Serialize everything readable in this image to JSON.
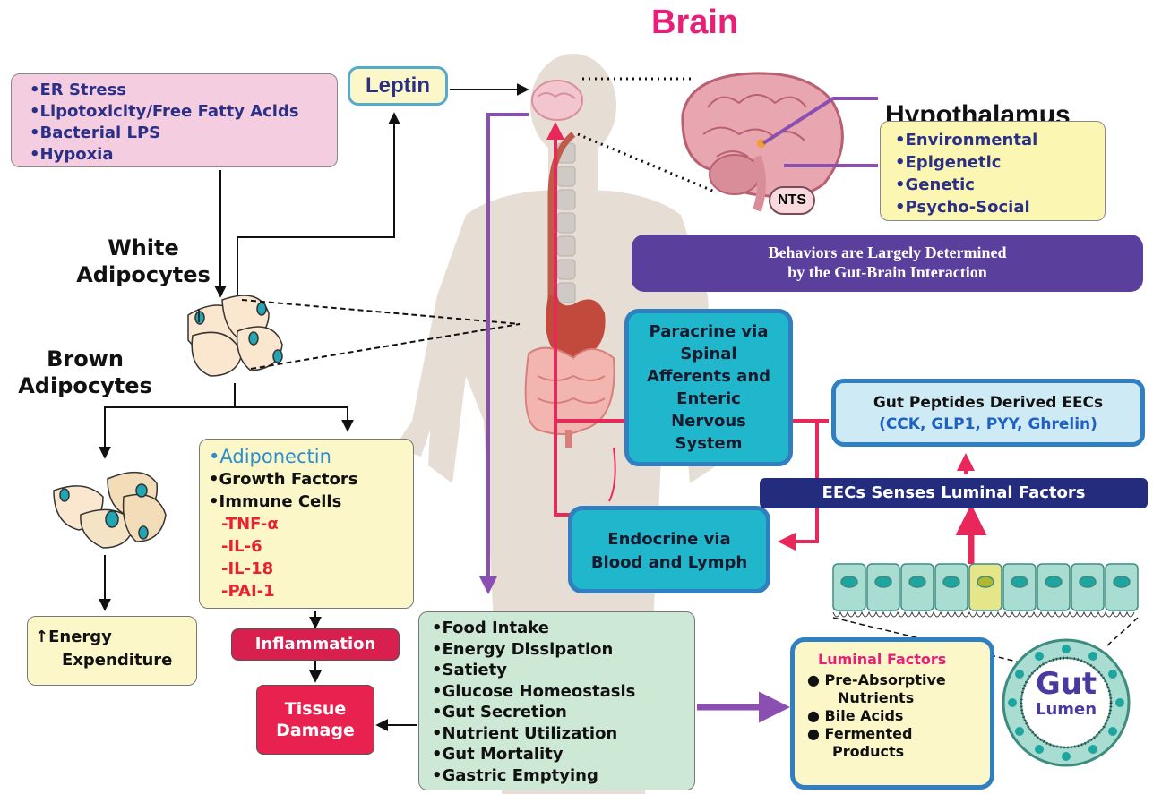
{
  "title": "Brain",
  "leptin": "Leptin",
  "hypothalamus": "Hypothalamus",
  "nts": "NTS",
  "stressors": [
    "ER Stress",
    "Lipotoxicity/Free Fatty Acids",
    "Bacterial LPS",
    "Hypoxia"
  ],
  "hypothalamus_factors": [
    "Environmental",
    "Epigenetic",
    "Genetic",
    "Psycho-Social"
  ],
  "behaviors": {
    "line1": "Behaviors are Largely Determined",
    "line2": "by the Gut-Brain Interaction"
  },
  "white_adipocytes": {
    "line1": "White",
    "line2": "Adipocytes"
  },
  "brown_adipocytes": {
    "line1": "Brown",
    "line2": "Adipocytes"
  },
  "energy_expenditure": {
    "arrow": "↑",
    "line1": "Energy",
    "line2": "Expenditure"
  },
  "adipokines": {
    "adiponectin": "Adiponectin",
    "items": [
      "Growth Factors",
      "Immune Cells"
    ],
    "cytokines": [
      "-TNF-α",
      "-IL-6",
      "-IL-18",
      "-PAI-1"
    ]
  },
  "inflammation": "Inflammation",
  "tissue_damage": {
    "line1": "Tissue",
    "line2": "Damage"
  },
  "paracrine": {
    "lines": [
      "Paracrine via",
      "Spinal",
      "Afferents and",
      "Enteric",
      "Nervous",
      "System"
    ]
  },
  "endocrine": {
    "line1": "Endocrine via",
    "line2": "Blood and Lymph"
  },
  "gut_peptides": {
    "line1": "Gut Peptides Derived EECs",
    "line2": "(CCK, GLP1, PYY, Ghrelin)"
  },
  "eecs_senses": "EECs Senses Luminal Factors",
  "outcomes": [
    "Food Intake",
    "Energy Dissipation",
    "Satiety",
    "Glucose Homeostasis",
    "Gut Secretion",
    "Nutrient Utilization",
    "Gut Mortality",
    "Gastric Emptying"
  ],
  "luminal_factors": {
    "title": "Luminal Factors",
    "items": [
      {
        "line1": "Pre-Absorptive",
        "line2": "Nutrients"
      },
      {
        "line1": "Bile Acids",
        "line2": ""
      },
      {
        "line1": "Fermented",
        "line2": "Products"
      }
    ]
  },
  "gut_lumen": {
    "line1": "Gut",
    "line2": "Lumen"
  },
  "colors": {
    "magenta": "#e81e78",
    "navy": "#2b2f86",
    "red": "#e8222f",
    "purple": "#8a4fb0",
    "pink_arrow": "#e8285a",
    "teal": "#1bb3c9",
    "yellow_bg": "#faf6c4",
    "green_bg": "#cde8d4"
  }
}
